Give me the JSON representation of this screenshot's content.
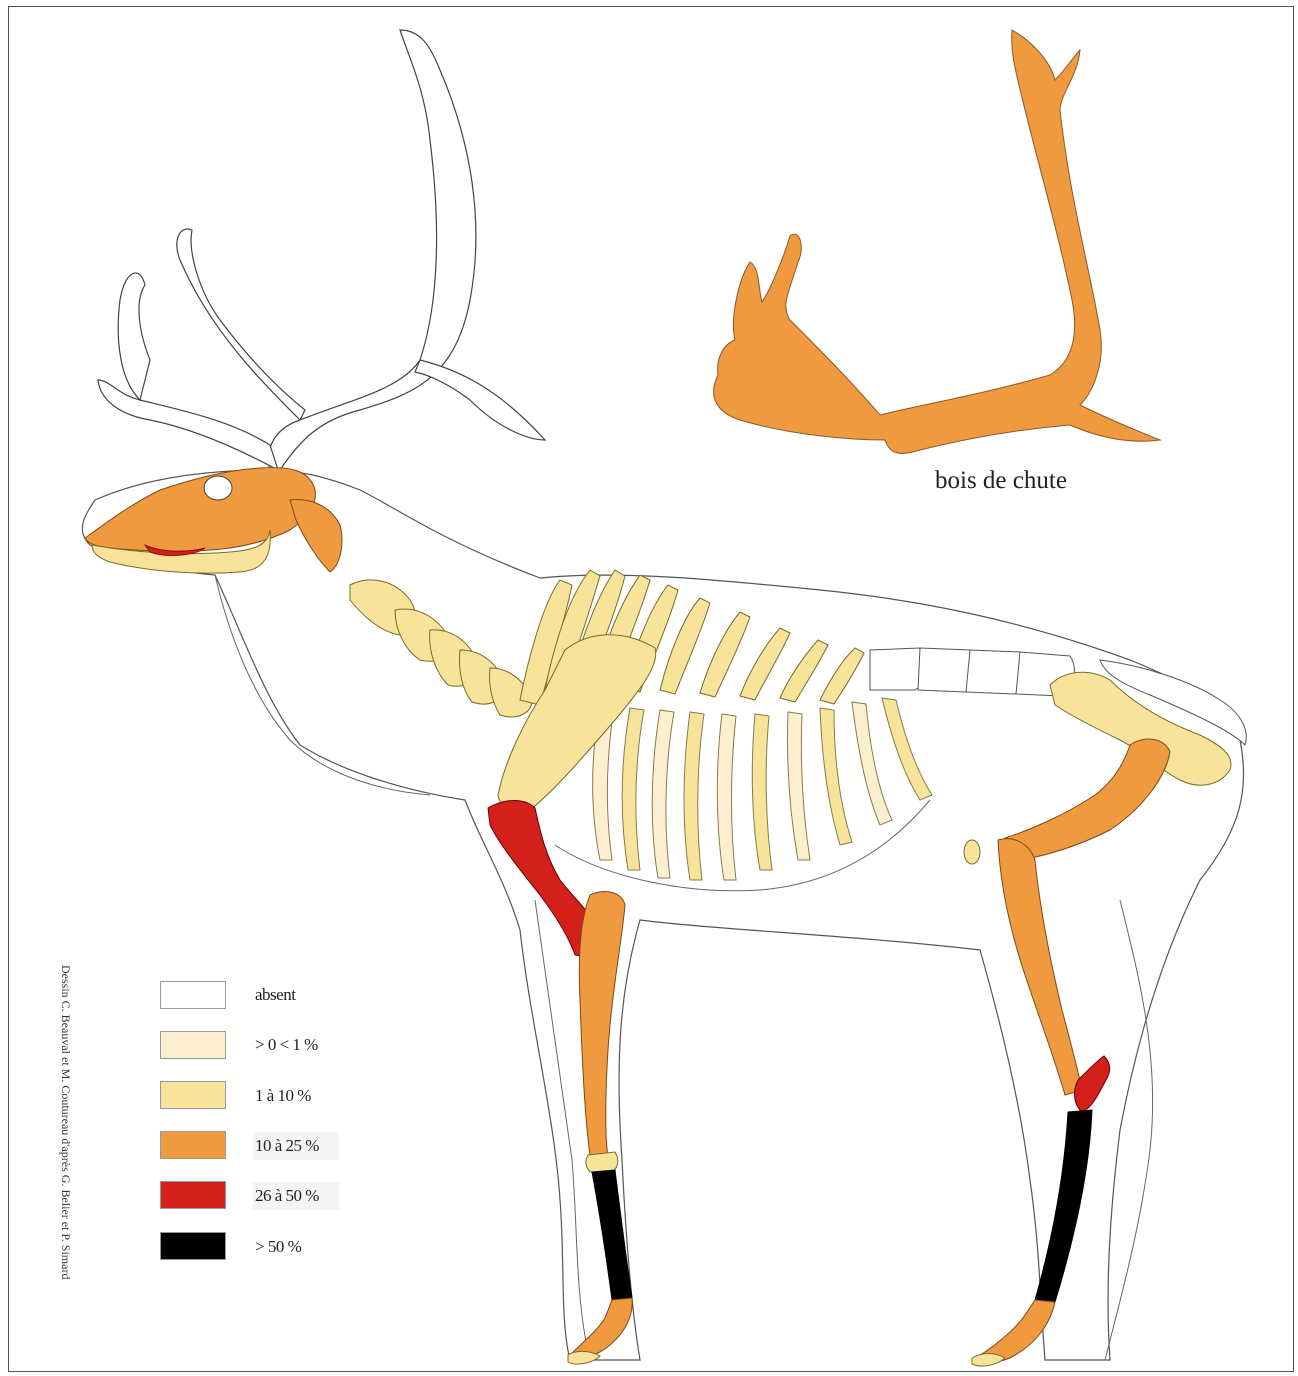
{
  "figure": {
    "caption_antler": "bois de chute",
    "credit": "Dessin C. Beauval et M. Coutureau d'après G. Belier et P. Simard",
    "colors": {
      "absent": "#ffffff",
      "lt1": "#fbefd0",
      "r1_10": "#f8e39a",
      "r10_25": "#f09a3f",
      "r26_50": "#d4201a",
      "gt50": "#000000",
      "outline": "#555555"
    }
  },
  "legend": {
    "items": [
      {
        "label": "absent",
        "color": "#ffffff"
      },
      {
        "label": "> 0 < 1 %",
        "color": "#fbefd0"
      },
      {
        "label": "1 à 10 %",
        "color": "#f8e39a"
      },
      {
        "label": "10 à 25 %",
        "color": "#f09a3f"
      },
      {
        "label": "26 à 50 %",
        "color": "#d4201a"
      },
      {
        "label": "> 50 %",
        "color": "#000000"
      }
    ]
  }
}
